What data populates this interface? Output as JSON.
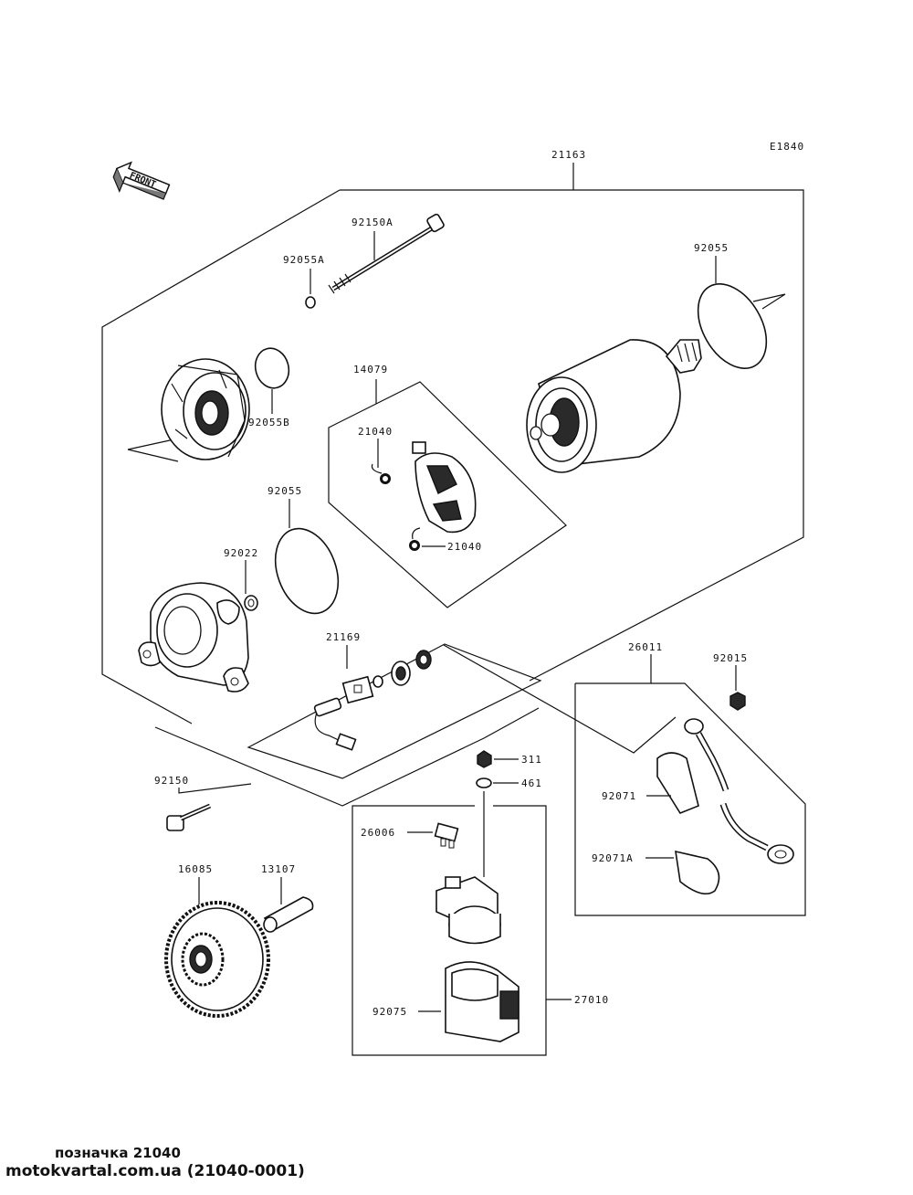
{
  "diagram_code": "E1840",
  "front_label": "FRONT",
  "labels": {
    "p21163": "21163",
    "p92150A": "92150A",
    "p92055A": "92055A",
    "p92055_top": "92055",
    "p92055B": "92055B",
    "p14079": "14079",
    "p21040_a": "21040",
    "p21040_b": "21040",
    "p92055_mid": "92055",
    "p92022": "92022",
    "p21169": "21169",
    "p26011": "26011",
    "p92015": "92015",
    "p311": "311",
    "p461": "461",
    "p92150": "92150",
    "p26006": "26006",
    "p92071": "92071",
    "p92071A": "92071A",
    "p16085": "16085",
    "p13107": "13107",
    "p27010": "27010",
    "p92075": "92075"
  },
  "footer": {
    "caption": "позначка 21040",
    "source": "motokvartal.com.ua (21040-0001)"
  }
}
